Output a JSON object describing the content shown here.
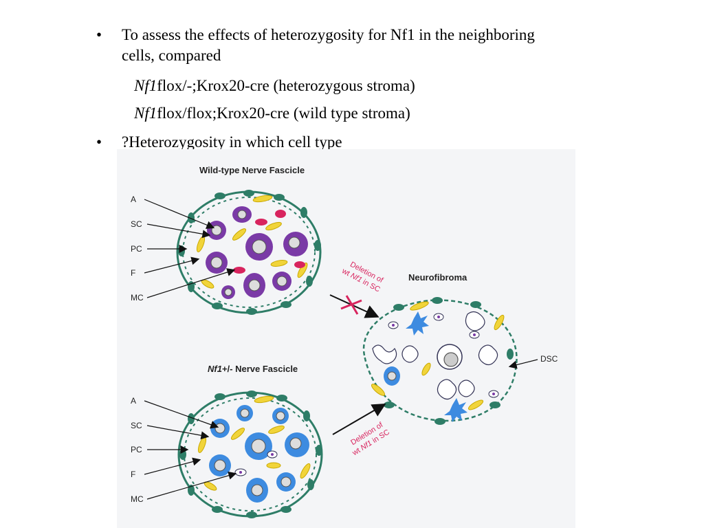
{
  "bullets": {
    "first": {
      "text": "To assess the effects of heterozygosity for Nf1 in the neighboring cells, compared",
      "sub_items": [
        {
          "gene": "Nf1",
          "rest": "flox/-;Krox20-cre (heterozygous stroma)"
        },
        {
          "gene": "Nf1",
          "rest": "flox/flox;Krox20-cre (wild type stroma)"
        }
      ]
    },
    "second": {
      "text": "?Heterozygosity in which cell type"
    },
    "marker": "•"
  },
  "figure": {
    "top_panel_title": "Wild-type Nerve Fascicle",
    "bottom_panel_title_gene": "Nf1",
    "bottom_panel_title_rest": "+/- Nerve Fascicle",
    "right_panel_title": "Neurofibroma",
    "cell_labels": [
      "A",
      "SC",
      "PC",
      "F",
      "MC"
    ],
    "dsc_label": "DSC",
    "upper_arrow_label_line1": "Deletion of",
    "upper_arrow_label_line2_prefix": "wt ",
    "upper_arrow_label_line2_gene": "Nf1",
    "upper_arrow_label_line2_suffix": " in SC",
    "lower_arrow_label_line1": "Deletion of",
    "lower_arrow_label_line2_prefix": "wt ",
    "lower_arrow_label_line2_gene": "Nf1",
    "lower_arrow_label_line2_suffix": " in SC",
    "colors": {
      "purple_cells": "#7a3aa6",
      "blue_cells": "#3d8be0",
      "membrane_green": "#2e7d67",
      "fibroblast_yellow": "#f1d43a",
      "mast_red": "#d8245e",
      "deletion_red": "#d8245e",
      "background": "#f4f5f7"
    }
  }
}
